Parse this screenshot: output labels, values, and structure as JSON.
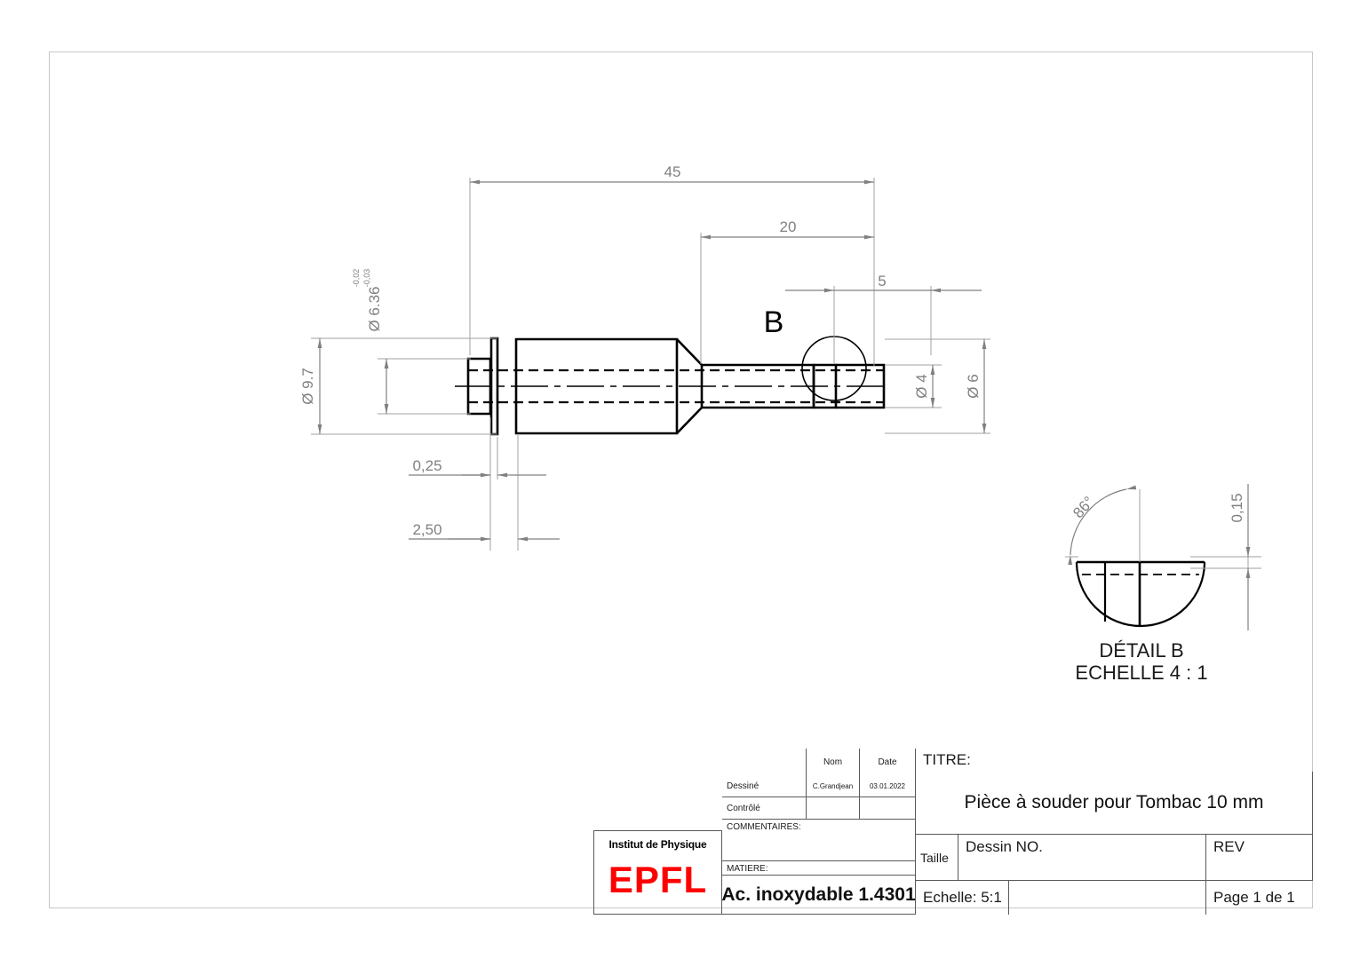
{
  "sheet": {
    "background": "#ffffff",
    "frame_color": "#c8c8c8"
  },
  "drawing": {
    "view_label": "B",
    "detail": {
      "title": "DÉTAIL B",
      "scale": "ECHELLE 4 : 1",
      "angle": "86°",
      "thickness": "0,15"
    },
    "dimensions": {
      "overall_length": "45",
      "shank_length": "20",
      "tip_length": "5",
      "flange_dia": "Ø 9.7",
      "neck_dia": "Ø 6.36",
      "neck_tol_upper": "-0,02",
      "neck_tol_lower": "-0,03",
      "shank_dia": "Ø 4",
      "body_dia": "Ø 6",
      "washer_thk": "0,25",
      "flange_thk": "2,50"
    }
  },
  "titleblock": {
    "col_headers": {
      "nom": "Nom",
      "date": "Date"
    },
    "rows": [
      {
        "label": "Dessiné",
        "nom": "C.Grandjean",
        "date": "03.01.2022"
      },
      {
        "label": "Contrôlé",
        "nom": "",
        "date": ""
      }
    ],
    "comments_label": "COMMENTAIRES:",
    "comments_value": "",
    "matiere_label": "MATIERE:",
    "matiere_value": "Ac. inoxydable 1.4301",
    "titre_label": "TITRE:",
    "titre_value": "Pièce à souder pour Tombac 10 mm",
    "taille_label": "Taille",
    "taille_value": "",
    "dessin_no_label": "Dessin  NO.",
    "dessin_no_value": "",
    "rev_label": "REV",
    "rev_value": "",
    "echelle_label": "Echelle: 5:1",
    "echelle_extra": "",
    "page_label": "Page 1 de 1"
  },
  "logo": {
    "institute": "Institut de Physique",
    "wordmark": "EPFL",
    "color": "#ff0000"
  }
}
